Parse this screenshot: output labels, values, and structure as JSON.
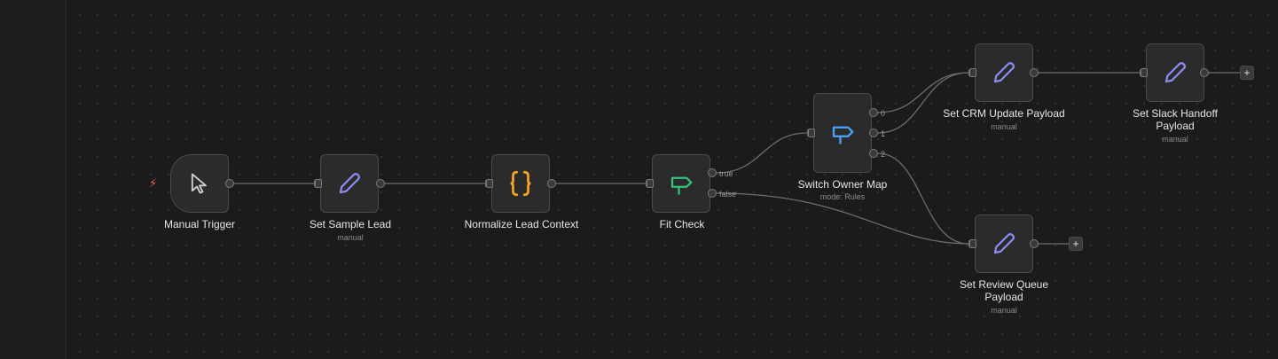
{
  "workflow": {
    "nodes": [
      {
        "id": "manual-trigger",
        "name": "Manual Trigger",
        "sub": "",
        "icon": "cursor-icon"
      },
      {
        "id": "set-sample-lead",
        "name": "Set Sample Lead",
        "sub": "manual",
        "icon": "pencil-icon"
      },
      {
        "id": "normalize-lead-context",
        "name": "Normalize Lead Context",
        "sub": "",
        "icon": "braces-icon"
      },
      {
        "id": "fit-check",
        "name": "Fit Check",
        "sub": "",
        "icon": "signpost-icon"
      },
      {
        "id": "switch-owner-map",
        "name": "Switch Owner Map",
        "sub": "mode: Rules",
        "icon": "signpost-icon"
      },
      {
        "id": "set-crm-update-payload",
        "name": "Set CRM Update Payload",
        "sub": "manual",
        "icon": "pencil-icon"
      },
      {
        "id": "set-slack-handoff-payload",
        "name": "Set Slack Handoff Payload",
        "sub": "manual",
        "icon": "pencil-icon"
      },
      {
        "id": "set-review-queue-payload",
        "name": "Set Review Queue Payload",
        "sub": "manual",
        "icon": "pencil-icon"
      }
    ],
    "if_outputs": {
      "true": "true",
      "false": "false"
    },
    "switch_outputs": [
      "0",
      "1",
      "2"
    ],
    "add_label": "+",
    "trigger_icon": "lightning-bolt-icon",
    "trigger_glyph": "⚡"
  },
  "colors": {
    "pencil": "#8b8df2",
    "braces": "#f5a623",
    "if": "#35c47a",
    "switch": "#4aa3ff",
    "trigger_bolt": "#ef5b4d",
    "edge": "#6d6d6d"
  }
}
